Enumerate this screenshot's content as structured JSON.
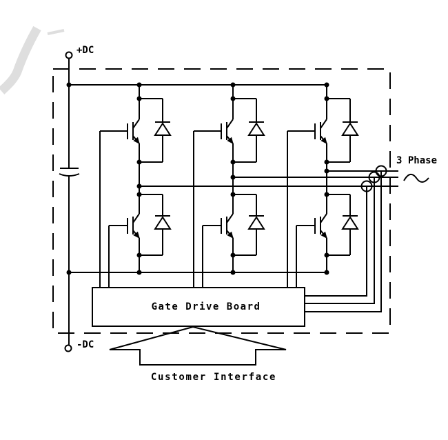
{
  "labels": {
    "positive_dc": "+DC",
    "negative_dc": "-DC",
    "three_phase": "3 Phase",
    "gate_drive_board": "Gate Drive Board",
    "customer_interface": "Customer Interface"
  },
  "colors": {
    "line": "#000000",
    "background": "#ffffff",
    "watermark": "#dedede"
  },
  "structure": {
    "type": "schematic",
    "description": "Three-phase IGBT inverter bridge inside a dashed enclosure: DC link capacitor on the +DC/-DC rails, three half-bridge legs of IGBTs with antiparallel diodes, three phase output lines passing through current-sensor rings to a 3 Phase AC output, and a Gate Drive Board fed from a Customer Interface arrow",
    "inverter_legs": 3,
    "igbts_per_leg": 2,
    "antiparallel_diodes_per_leg": 2,
    "phase_outputs": 3,
    "current_sensor_rings": 3,
    "dc_link_capacitors": 1
  }
}
